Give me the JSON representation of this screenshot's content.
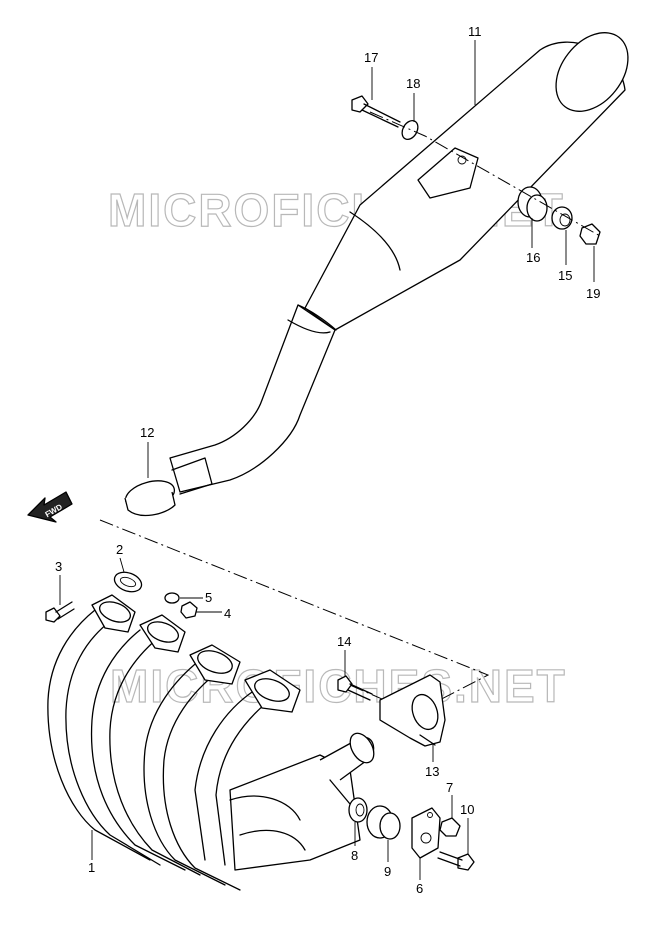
{
  "watermark": "MICROFICHES.NET",
  "direction_label": "FWD",
  "callouts": [
    "1",
    "2",
    "3",
    "4",
    "5",
    "6",
    "7",
    "8",
    "9",
    "10",
    "11",
    "12",
    "13",
    "14",
    "15",
    "16",
    "17",
    "18",
    "19"
  ]
}
